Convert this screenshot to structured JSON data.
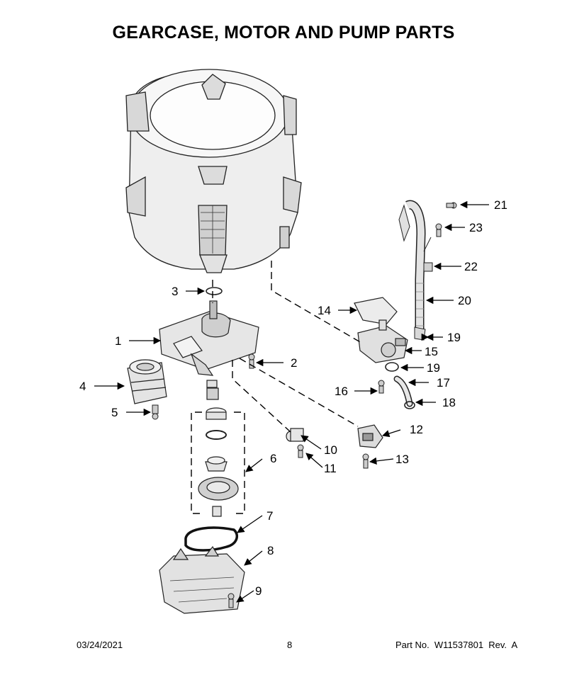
{
  "title": "GEARCASE, MOTOR AND PUMP PARTS",
  "callouts": [
    "1",
    "2",
    "3",
    "4",
    "5",
    "6",
    "7",
    "8",
    "9",
    "10",
    "11",
    "12",
    "13",
    "14",
    "15",
    "16",
    "17",
    "18",
    "19",
    "19",
    "20",
    "21",
    "22",
    "23"
  ],
  "footer": {
    "date": "03/24/2021",
    "page": "8",
    "part_number": "Part No.  W11537801  Rev.  A"
  }
}
